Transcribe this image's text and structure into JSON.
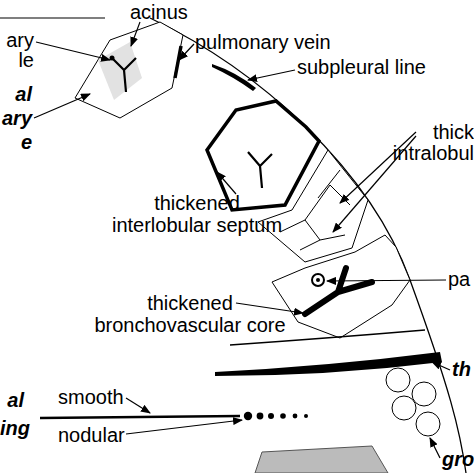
{
  "diagram": {
    "labels": [
      "acinus",
      "ary le",
      "al ary e",
      "pulmonary vein",
      "subpleural line",
      "thick intralobul",
      "thickened interlobular septum",
      "pa",
      "thickened bronchovascular core",
      "th",
      "smooth",
      "nodular",
      "al ing",
      "gro"
    ]
  }
}
